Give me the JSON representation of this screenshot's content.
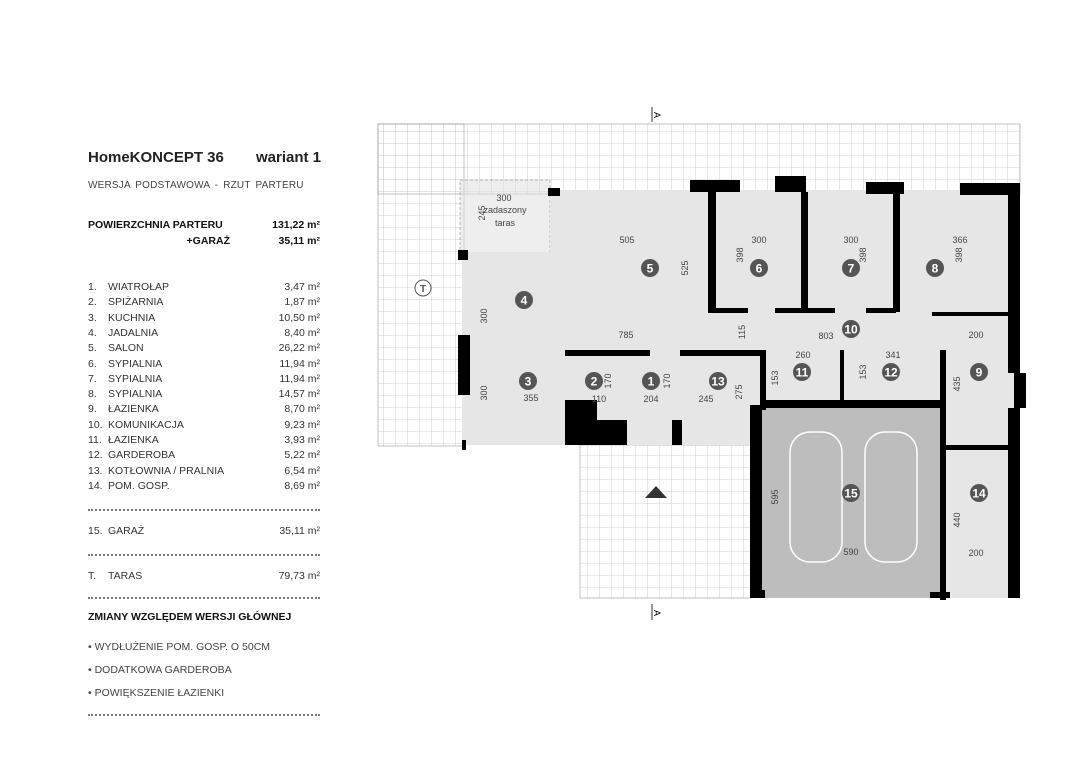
{
  "header": {
    "title": "HomeKONCEPT 36",
    "variant": "wariant 1",
    "subtitle": "WERSJA  PODSTAWOWA   -   RZUT PARTERU"
  },
  "totals": [
    {
      "label": "POWIERZCHNIA PARTERU",
      "value": "131,22 m²"
    },
    {
      "label": "+GARAŻ",
      "value": "35,11 m²"
    }
  ],
  "rooms": [
    {
      "n": "1.",
      "name": "WIATROŁAP",
      "area": "3,47 m²"
    },
    {
      "n": "2.",
      "name": "SPIŻARNIA",
      "area": "1,87 m²"
    },
    {
      "n": "3.",
      "name": "KUCHNIA",
      "area": "10,50 m²"
    },
    {
      "n": "4.",
      "name": "JADALNIA",
      "area": "8,40 m²"
    },
    {
      "n": "5.",
      "name": "SALON",
      "area": "26,22 m²"
    },
    {
      "n": "6.",
      "name": "SYPIALNIA",
      "area": "11,94 m²"
    },
    {
      "n": "7.",
      "name": "SYPIALNIA",
      "area": "11,94 m²"
    },
    {
      "n": "8.",
      "name": "SYPIALNIA",
      "area": "14,57 m²"
    },
    {
      "n": "9.",
      "name": "ŁAZIENKA",
      "area": "8,70 m²"
    },
    {
      "n": "10.",
      "name": "KOMUNIKACJA",
      "area": "9,23 m²"
    },
    {
      "n": "11.",
      "name": "ŁAZIENKA",
      "area": "3,93 m²"
    },
    {
      "n": "12.",
      "name": "GARDEROBA",
      "area": "5,22 m²"
    },
    {
      "n": "13.",
      "name": "KOTŁOWNIA / PRALNIA",
      "area": "6,54 m²"
    },
    {
      "n": "14.",
      "name": "POM. GOSP.",
      "area": "8,69 m²"
    }
  ],
  "garage": {
    "n": "15.",
    "name": "GARAŻ",
    "area": "35,11 m²"
  },
  "terrace": {
    "n": "T.",
    "name": "TARAS",
    "area": "79,73 m²"
  },
  "changes": {
    "heading": "ZMIANY WZGLĘDEM WERSJI GŁÓWNEJ",
    "items": [
      "• WYDŁUŻENIE POM. GOSP. O 50CM",
      "• DODATKOWA GARDEROBA",
      "• POWIĘKSZENIE ŁAZIENKI"
    ]
  },
  "plan": {
    "section_mark": "A",
    "terrace_mark": "T",
    "covered_terrace": [
      "zadaszony",
      "taras"
    ],
    "room_numbers": [
      "1",
      "2",
      "3",
      "4",
      "5",
      "6",
      "7",
      "8",
      "9",
      "10",
      "11",
      "12",
      "13",
      "14",
      "15"
    ],
    "dims": [
      "300",
      "245",
      "505",
      "525",
      "300",
      "785",
      "115",
      "803",
      "355",
      "300",
      "110",
      "170",
      "204",
      "170",
      "245",
      "275",
      "300",
      "398",
      "300",
      "398",
      "366",
      "398",
      "200",
      "260",
      "153",
      "341",
      "153",
      "435",
      "595",
      "590",
      "440",
      "200"
    ]
  },
  "colors": {
    "floor": "#e6e6e6",
    "wall": "#000000",
    "garage": "#bdbdbd",
    "grid": "#c8c8c8",
    "badge": "#555555"
  }
}
